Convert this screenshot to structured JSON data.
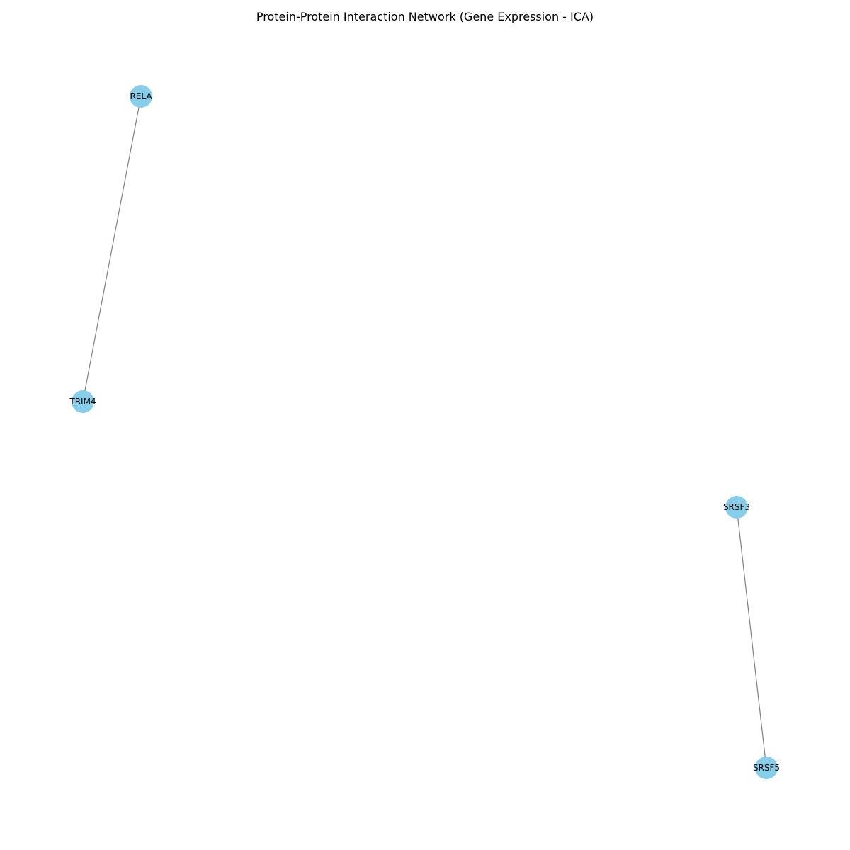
{
  "figure": {
    "title": "Protein-Protein Interaction Network (Gene Expression - ICA)"
  },
  "colors": {
    "node": "#87ceeb",
    "edge": "#808080",
    "label": "#000000",
    "background": "#ffffff"
  },
  "network": {
    "nodes": [
      {
        "id": "RELA",
        "label": "RELA"
      },
      {
        "id": "TRIM4",
        "label": "TRIM4"
      },
      {
        "id": "SRSF3",
        "label": "SRSF3"
      },
      {
        "id": "SRSF5",
        "label": "SRSF5"
      }
    ],
    "edges": [
      {
        "source": "RELA",
        "target": "TRIM4"
      },
      {
        "source": "SRSF3",
        "target": "SRSF5"
      }
    ]
  }
}
